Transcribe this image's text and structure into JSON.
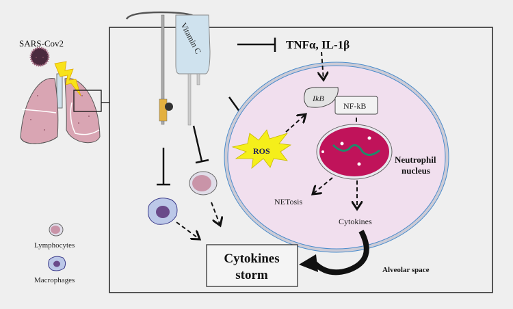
{
  "labels": {
    "virus": "SARS-Cov2",
    "vitamin": "Vitamin C",
    "tnf": "TNFα, IL-1β",
    "ikb": "IkB",
    "nfkb": "NF-kB",
    "ros": "ROS",
    "nucleus_line1": "Neutrophil",
    "nucleus_line2": "nucleus",
    "netosis": "NETosis",
    "cytokines": "Cytokines",
    "storm_line1": "Cytokines",
    "storm_line2": "storm",
    "alveolar": "Alveolar space",
    "lymphocytes": "Lymphocytes",
    "macrophages": "Macrophages"
  },
  "colors": {
    "background": "#efefef",
    "cell": "#f1dfee",
    "nucleus": "#c0135a",
    "ros": "#f5ef1a",
    "lung": "#d9a5b3"
  }
}
